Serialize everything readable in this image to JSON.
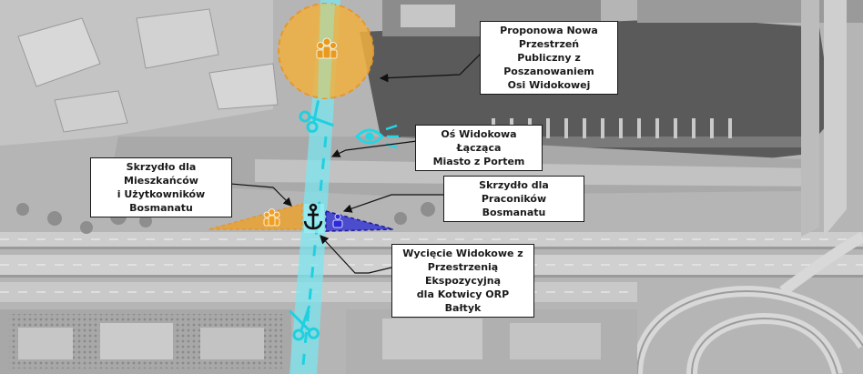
{
  "labels": {
    "public_space": {
      "line1": "Proponowa Nowa Przestrzeń",
      "line2": "Publiczny z Poszanowaniem",
      "line3": "Osi Widokowej"
    },
    "view_axis": {
      "line1": "Oś Widokowa Łącząca",
      "line2": "Miasto z Portem"
    },
    "residents_wing": {
      "line1": "Skrzydło dla Mieszkańców",
      "line2": "i Użytkowników Bosmanatu"
    },
    "workers_wing": {
      "line1": "Skrzydło dla Praconików",
      "line2": "Bosmanatu"
    },
    "cutout": {
      "line1": "Wycięcie Widokowe z",
      "line2": "Przestrzenią Ekspozycyjną",
      "line3": "dla Kotwicy ORP Bałtyk"
    }
  },
  "colors": {
    "public_space_fill": "#f0b040",
    "public_space_border": "#e8962a",
    "view_axis": "#7ee6ef",
    "view_axis_dash": "#1fd0e0",
    "residents_wing": "#f0a020",
    "workers_wing": "#2a2ad8",
    "anchor": "#111111",
    "eye_icon": "#22d8e6"
  },
  "icons": [
    "people-group-icon",
    "scissors-icon",
    "eye-icon",
    "anchor-icon",
    "worker-icon"
  ]
}
